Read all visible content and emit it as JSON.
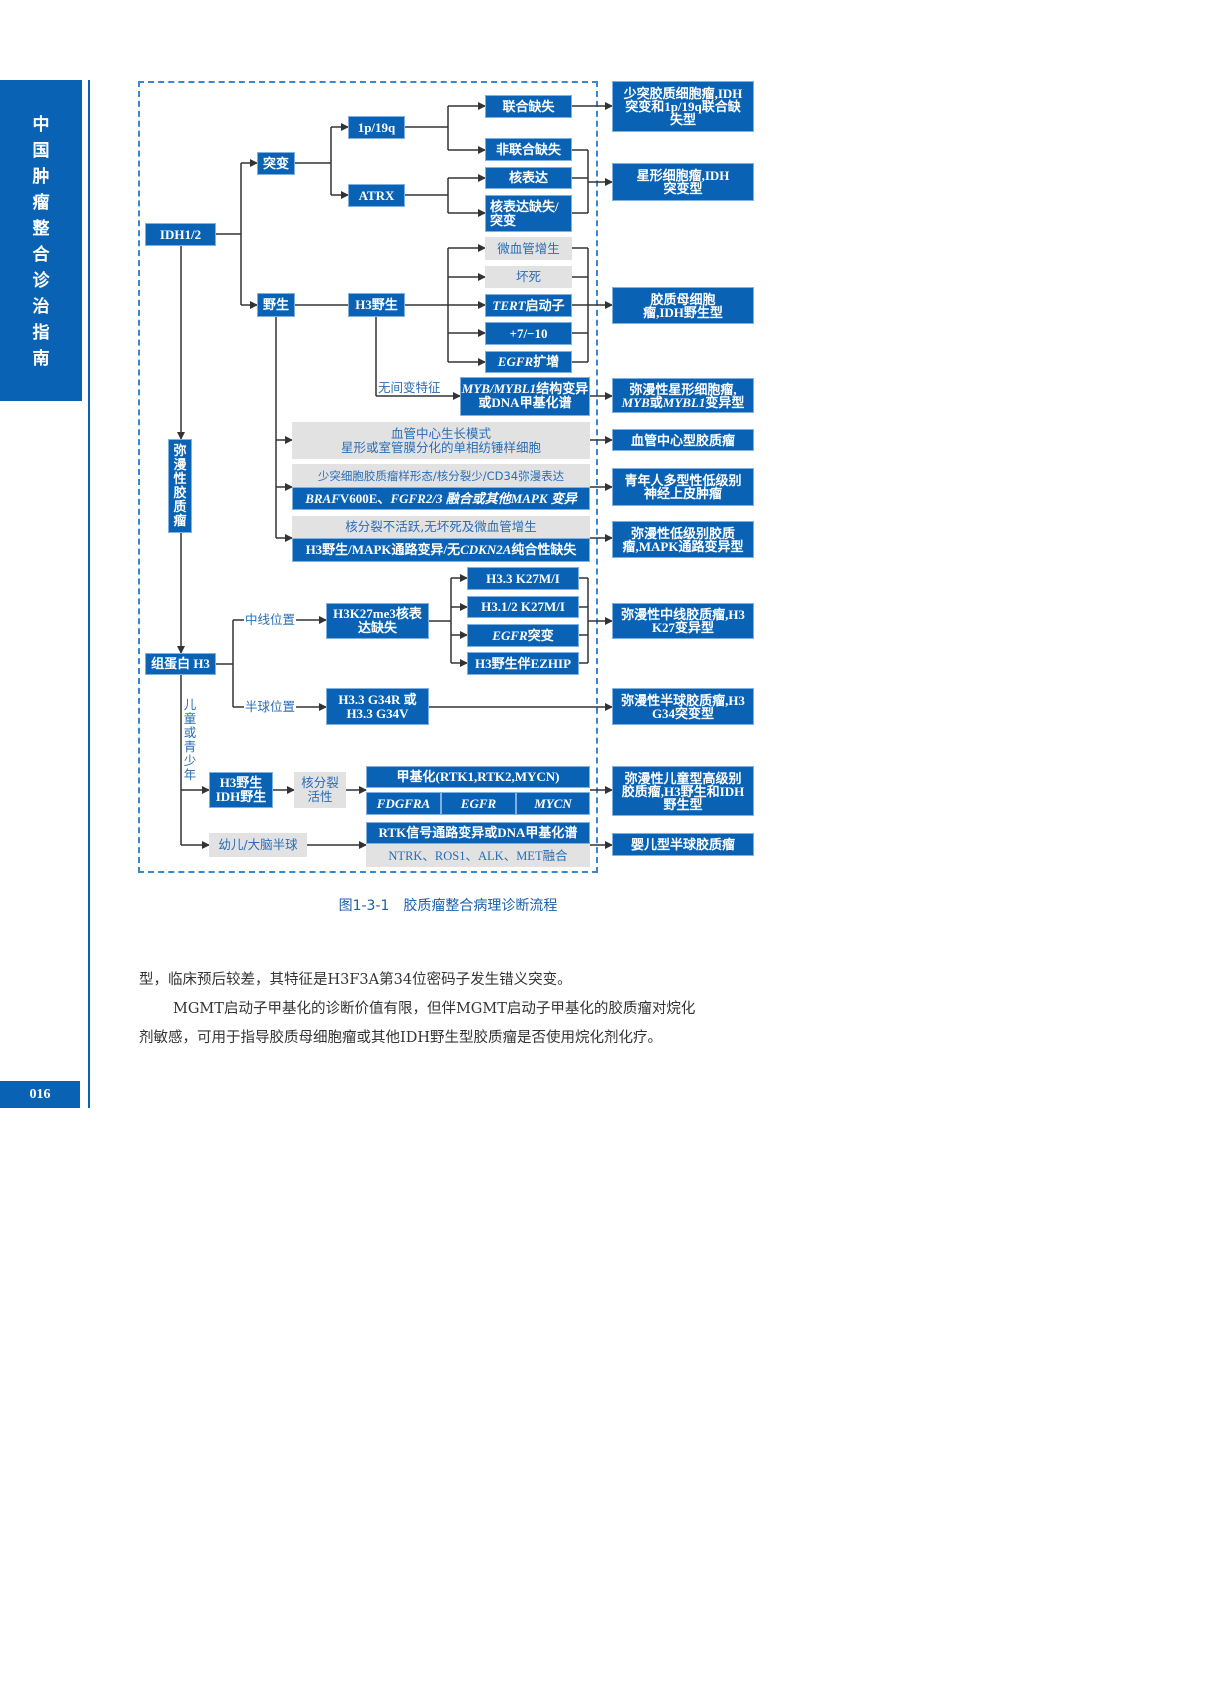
{
  "sidebar": {
    "title_chars": [
      "中",
      "国",
      "肿",
      "瘤",
      "整",
      "合",
      "诊",
      "治",
      "指",
      "南"
    ]
  },
  "page_number": "016",
  "diagram": {
    "idh": "IDH1/2",
    "mutant": "突变",
    "wildtype": "野生",
    "p19q": "1p/19q",
    "atrx": "ATRX",
    "codeleted": "联合缺失",
    "non_codeleted": "非联合缺失",
    "nuclear_expr": "核表达",
    "nuclear_loss": "核表达缺失/突变",
    "mvp": "微血管增生",
    "necrosis": "坏死",
    "tert_i": "TERT",
    "tert": "启动子",
    "chr710": "+7/−10",
    "egfr_amp_i": "EGFR",
    "egfr_amp": "扩增",
    "h3_wt": "H3野生",
    "no_anaplasia": "无间变特征",
    "myb_i": "MYB/MYBL1",
    "myb": "结构变异或DNA甲基化谱",
    "angio_1": "血管中心生长模式",
    "angio_2": "星形或室管膜分化的单相纺锤样细胞",
    "pylga_grey": "少突细胞胶质瘤样形态/核分裂少/CD34弥漫表达",
    "pylga_blue_1": "BRAF",
    "pylga_blue_2": " V600E、",
    "pylga_blue_3": "FGFR2/3 融合或其他",
    "pylga_blue_4": "MAPK 变异",
    "dlgg_grey": "核分裂不活跃,无坏死及微血管增生",
    "dlgg_blue_1": "H3野生/MAPK通路变异/无",
    "dlgg_blue_2": "CDKN2A",
    "dlgg_blue_3": "纯合性缺失",
    "diffuse_glioma": [
      "弥",
      "漫",
      "性",
      "胶",
      "质",
      "瘤"
    ],
    "histone_h3": "组蛋白 H3",
    "midline": "中线位置",
    "hemisphere": "半球位置",
    "h3k27me3": "H3K27me3核表达缺失",
    "k27_33": "H3.3 K27M/I",
    "k27_312": "H3.1/2 K27M/I",
    "egfr_mut_i": "EGFR",
    "egfr_mut": "突变",
    "ezhip": "H3野生伴EZHIP",
    "g34": "H3.3 G34R 或H3.3 G34V",
    "child": [
      "儿",
      "童",
      "或",
      "青",
      "少",
      "年"
    ],
    "h3_idh_wt": "H3野生 IDH野生",
    "mitotic": "核分裂活性",
    "methyl": "甲基化(RTK1,RTK2,MYCN)",
    "pdgfra": "FDGFRA",
    "egfr": "EGFR",
    "mycn": "MYCN",
    "infant": "幼儿/大脑半球",
    "rtk": "RTK信号通路变异或DNA甲基化谱",
    "fusions": "NTRK、ROS1、ALK、MET融合",
    "results": {
      "oligo": "少突胶质细胞瘤,IDH突变和1p/19q联合缺失型",
      "astro": "星形细胞瘤,IDH突变型",
      "gbm": "胶质母细胞瘤,IDH野生型",
      "myb_1": "弥漫性星形细胞瘤,",
      "myb_2": "MYB",
      "myb_3": "或",
      "myb_4": "MYBL1",
      "myb_5": "变异型",
      "angiocentric": "血管中心型胶质瘤",
      "pylnt": "青年人多型性低级别神经上皮肿瘤",
      "dlgg": "弥漫性低级别胶质瘤,MAPK通路变异型",
      "dmg": "弥漫性中线胶质瘤,H3 K27变异型",
      "dhg": "弥漫性半球胶质瘤,H3 G34突变型",
      "pdhgg": "弥漫性儿童型高级别胶质瘤,H3野生和IDH野生型",
      "ihg": "婴儿型半球胶质瘤"
    }
  },
  "caption": "图1-3-1　胶质瘤整合病理诊断流程",
  "body": {
    "line1": "型，临床预后较差，其特征是H3F3A第34位密码子发生错义突变。",
    "line2": "MGMT启动子甲基化的诊断价值有限，但伴MGMT启动子甲基化的胶质瘤对烷化",
    "line3": "剂敏感，可用于指导胶质母细胞瘤或其他IDH野生型胶质瘤是否使用烷化剂化疗。"
  }
}
